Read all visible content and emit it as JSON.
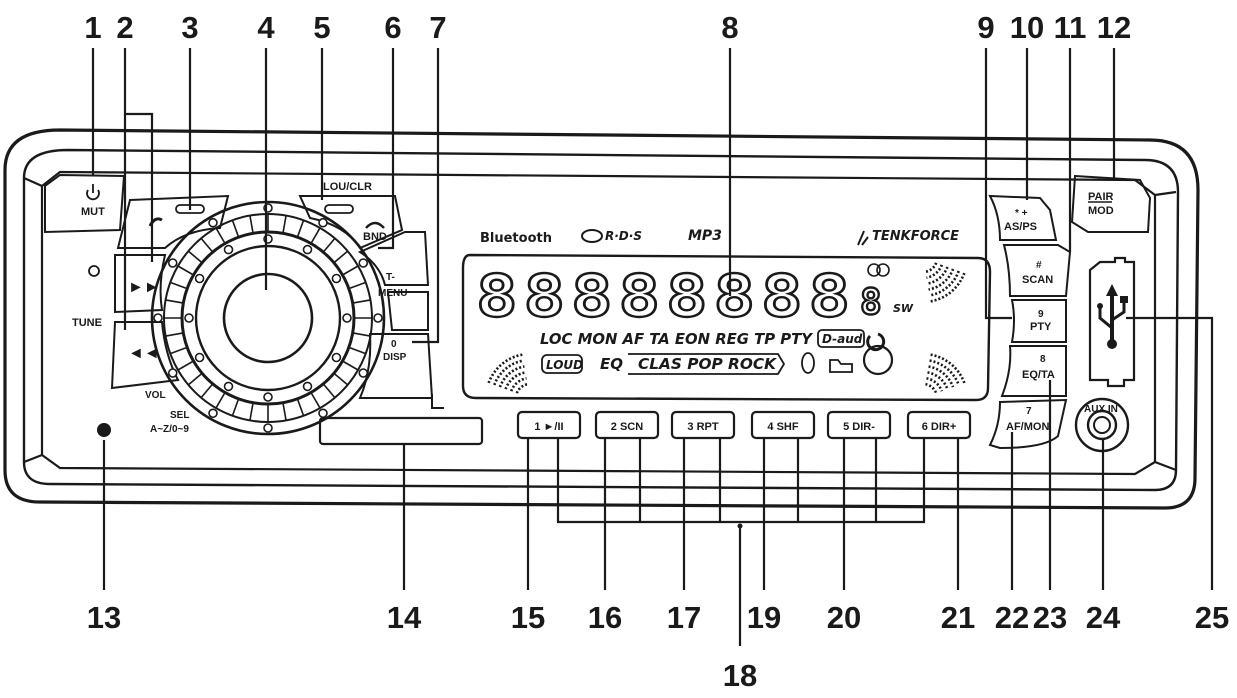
{
  "callouts": [
    "1",
    "2",
    "3",
    "4",
    "5",
    "6",
    "7",
    "8",
    "9",
    "10",
    "11",
    "12",
    "13",
    "14",
    "15",
    "16",
    "17",
    "18",
    "19",
    "20",
    "21",
    "22",
    "23",
    "24",
    "25"
  ],
  "labels": {
    "mut": "MUT",
    "lou_clr": "LOU/CLR",
    "bnd": "BND",
    "t_menu_1": "T-",
    "t_menu_2": "MENU",
    "disp_0": "0",
    "disp": "DISP",
    "tune": "TUNE",
    "vol": "VOL",
    "sel": "SEL",
    "sel_sub": "A~Z/0~9",
    "as_ps_top": "* +",
    "as_ps": "AS/PS",
    "scan_top": "#",
    "scan": "SCAN",
    "pty_top": "9",
    "pty": "PTY",
    "eq_ta_top": "8",
    "eq_ta": "EQ/TA",
    "af_mon_top": "7",
    "af_mon": "AF/MON",
    "pair": "PAIR",
    "mod": "MOD",
    "aux_in": "AUX IN"
  },
  "display": {
    "segments": "88888888",
    "row1": "LOC MON AF TA EON REG TP PTY",
    "d_aud": "D-aud",
    "loud": "LOUD",
    "eq": "EQ",
    "modes": "CLAS POP ROCK",
    "sw": "SW"
  },
  "brands": {
    "bluetooth": "Bluetooth",
    "rds": "R·D·S",
    "mp3": "MP3",
    "tenkforce": "TENKFORCE"
  },
  "presets": [
    "1 ►/II",
    "2 SCN",
    "3 RPT",
    "4 SHF",
    "5 DIR-",
    "6 DIR+"
  ]
}
